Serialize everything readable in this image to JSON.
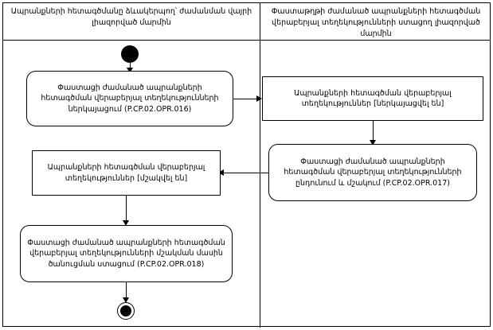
{
  "lanes": {
    "left_title": "Ապրանքների հետագծմանը ձևակերպող՝ ժամանման վայրի լիազորված մարմին",
    "right_title": "Փաստաթղթի ժամանած ապրանքների հետագծման վերաբերյալ տեղեկությունների ստացող լիազորված մարմին"
  },
  "nodes": {
    "start_label": "initial-node",
    "end_label": "final-node",
    "a1": "Փաստացի ժամանած ապրանքների հետագծման վերաբերյալ տեղեկությունների ներկայացում (P.CP.02.OPR.016)",
    "a2": "Ապրանքների հետագծման վերաբերյալ տեղեկություններ [ներկայացվել են]",
    "a3": "Փաստացի ժամանած ապրանքների հետագծման վերաբերյալ տեղեկությունների ընդունում և մշակում (P.CP.02.OPR.017)",
    "a4": "Ապրանքների հետագծման վերաբերյալ տեղեկություններ [մշակվել են]",
    "a5": "Փաստացի ժամանած ապրանքների հետագծման վերաբերյալ տեղեկությունների մշակման մասին ծանուցման ստացում (P.CP.02.OPR.018)"
  }
}
